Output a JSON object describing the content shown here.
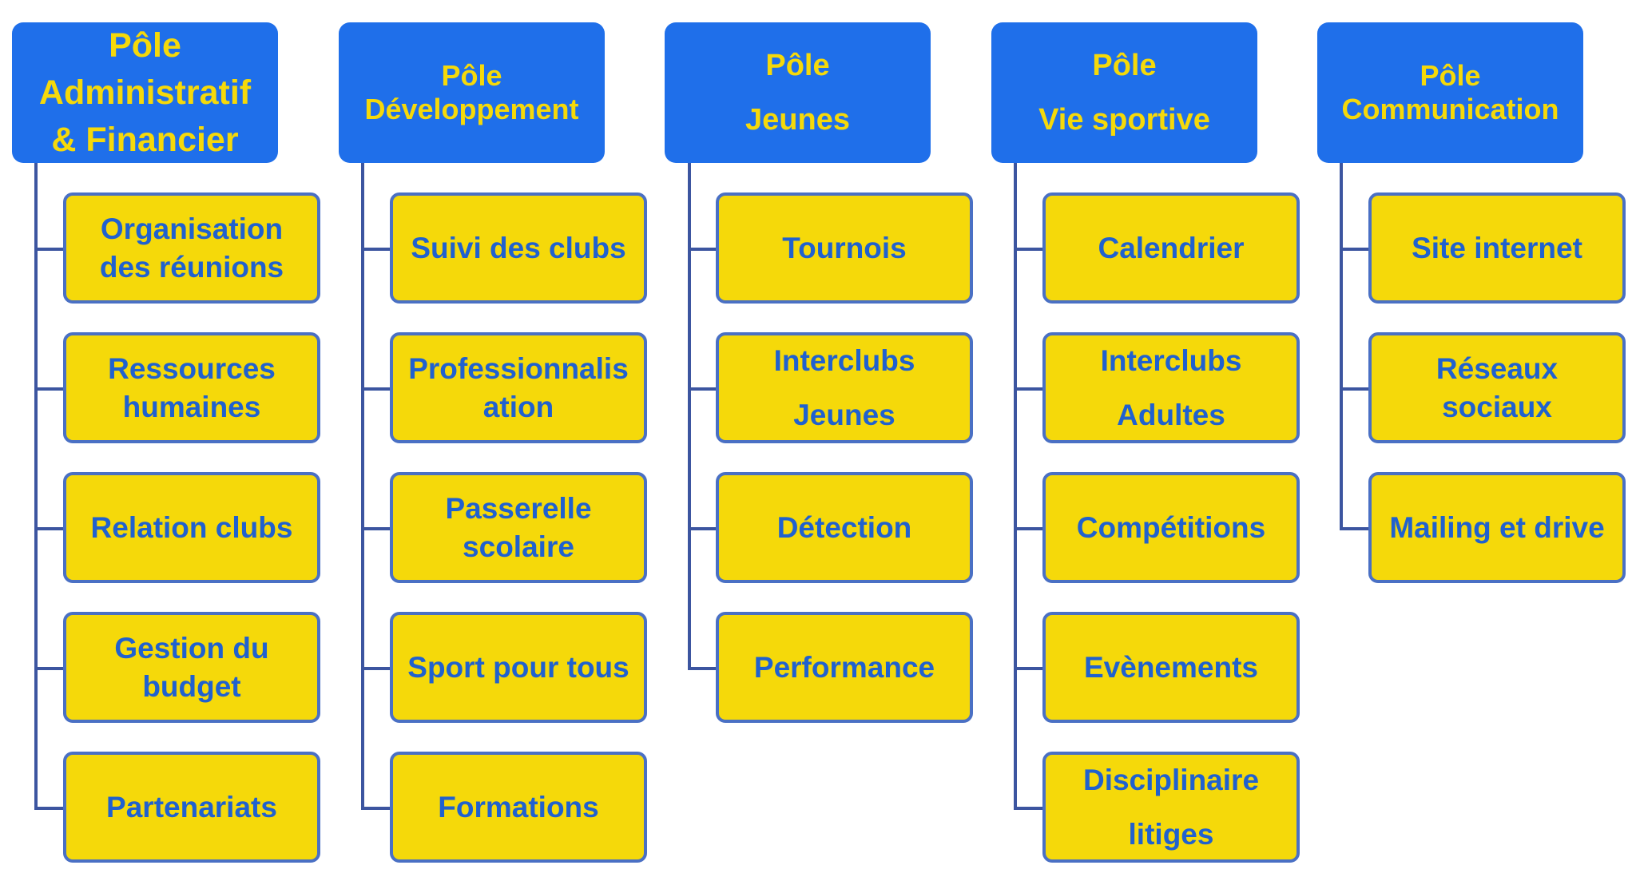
{
  "poles": [
    {
      "id": "admin",
      "header_lines": [
        "Pôle",
        "Administratif",
        "& Financier"
      ],
      "items": [
        {
          "lines": [
            "Organisation",
            "des réunions"
          ]
        },
        {
          "lines": [
            "Ressources",
            "humaines"
          ]
        },
        {
          "lines": [
            "Relation clubs"
          ]
        },
        {
          "lines": [
            "Gestion du",
            "budget"
          ]
        },
        {
          "lines": [
            "Partenariats"
          ]
        }
      ]
    },
    {
      "id": "developpement",
      "header_lines": [
        "Pôle",
        "Développement"
      ],
      "items": [
        {
          "lines": [
            "Suivi des clubs"
          ]
        },
        {
          "lines": [
            "Professionnalis",
            "ation"
          ]
        },
        {
          "lines": [
            "Passerelle",
            "scolaire"
          ]
        },
        {
          "lines": [
            "Sport pour tous"
          ]
        },
        {
          "lines": [
            "Formations"
          ]
        }
      ]
    },
    {
      "id": "jeunes",
      "header_lines": [
        "Pôle",
        "Jeunes"
      ],
      "items": [
        {
          "lines": [
            "Tournois"
          ]
        },
        {
          "lines": [
            "Interclubs",
            "Jeunes"
          ]
        },
        {
          "lines": [
            "Détection"
          ]
        },
        {
          "lines": [
            "Performance"
          ]
        }
      ]
    },
    {
      "id": "vie-sportive",
      "header_lines": [
        "Pôle",
        "Vie sportive"
      ],
      "items": [
        {
          "lines": [
            "Calendrier"
          ]
        },
        {
          "lines": [
            "Interclubs",
            "Adultes"
          ]
        },
        {
          "lines": [
            "Compétitions"
          ]
        },
        {
          "lines": [
            "Evènements"
          ]
        },
        {
          "lines": [
            "Disciplinaire",
            "litiges"
          ]
        }
      ]
    },
    {
      "id": "communication",
      "header_lines": [
        "Pôle",
        "Communication"
      ],
      "items": [
        {
          "lines": [
            "Site internet"
          ]
        },
        {
          "lines": [
            "Réseaux",
            "sociaux"
          ]
        },
        {
          "lines": [
            "Mailing et drive"
          ]
        }
      ]
    }
  ],
  "colors": {
    "header_bg": "#1f6fea",
    "header_text": "#f5d90a",
    "item_bg": "#f5d90a",
    "item_text": "#2061cf",
    "item_border": "#4a70c4",
    "connector": "#3c55a0"
  }
}
